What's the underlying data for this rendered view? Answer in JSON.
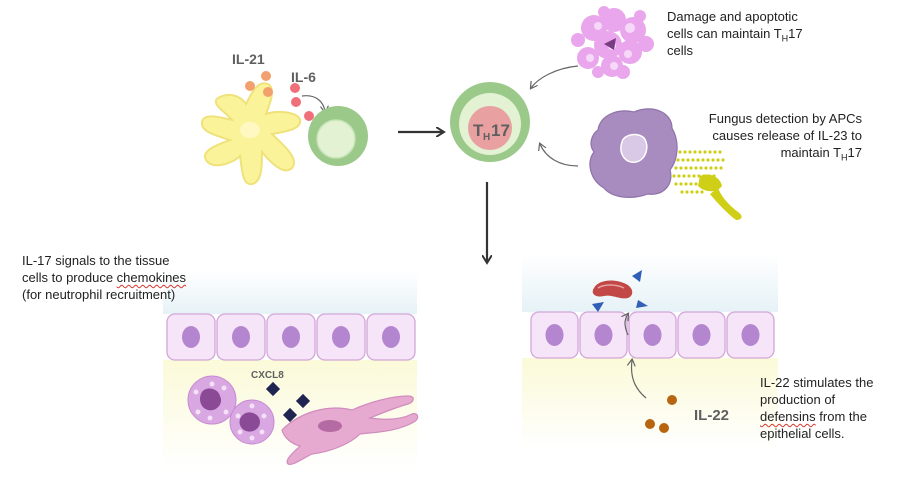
{
  "labels": {
    "il21": "IL-21",
    "il6": "IL-6",
    "th17_main": "T",
    "th17_sub": "H",
    "th17_num": "17",
    "cxcl8": "CXCL8",
    "il22": "IL-22"
  },
  "captions": {
    "damage": {
      "l1": "Damage and apoptotic",
      "l2a": "cells can maintain T",
      "l2sub": "H",
      "l2b": "17",
      "l3": "cells"
    },
    "fungus": {
      "l1": "Fungus detection by APCs",
      "l2": "causes release of IL-23 to",
      "l3a": "maintain T",
      "l3sub": "H",
      "l3b": "17"
    },
    "il17": {
      "l1": "IL-17 signals to the tissue",
      "l2a": "cells to produce ",
      "l2b": "chemokines",
      "l3": "(for neutrophil recruitment)"
    },
    "il22": {
      "l1": "IL-22 stimulates the",
      "l2": "production of",
      "l3a": "defensins",
      "l3b": " from the",
      "l4": "epithelial cells."
    }
  },
  "colors": {
    "dendritic": "#fbf39a",
    "dendritic_edge": "#efe27a",
    "th_outer": "#9bc98a",
    "th_inner": "#e2f2d2",
    "th17_core": "#e8a0a0",
    "apoptotic": "#e9a6ec",
    "apc": "#a88bbf",
    "apc_nucleus": "#d9c8e6",
    "fungus": "#d0cf18",
    "il21_dot": "#f2a06e",
    "il6_dot": "#f0707a",
    "epithelium": "#f6e4f8",
    "epithelium_edge": "#d2a6d8",
    "nucleus": "#b486d0",
    "lumen": "#eaf4f8",
    "tissue": "#fcfbe2",
    "cxcl8": "#1f2450",
    "defensin": "#2f5fb6",
    "rbc": "#c24848",
    "il22_dot": "#b8650f",
    "fibroblast": "#e6a9d0",
    "neutrophil": "#d9a7e2",
    "arrow": "#333333",
    "thin_arrow": "#666666"
  }
}
